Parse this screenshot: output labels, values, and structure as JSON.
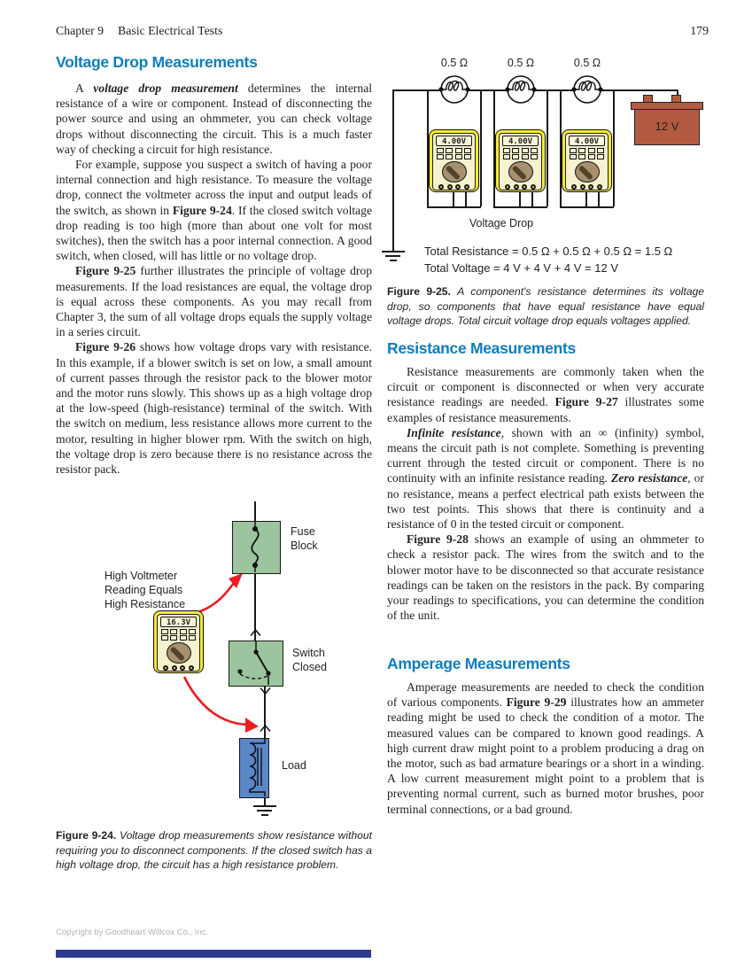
{
  "header": {
    "chapter": "Chapter 9",
    "book_title": "Basic Electrical Tests",
    "page_number": "179"
  },
  "left_column": {
    "heading": "Voltage Drop Measurements",
    "p1": [
      {
        "t": "A ",
        "s": ""
      },
      {
        "t": "voltage drop measurement",
        "s": "bi"
      },
      {
        "t": " determines the internal resistance of a wire or component. Instead of disconnecting the power source and using an ohmmeter, you can check voltage drops without disconnecting the circuit. This is a much faster way of checking a circuit for high resistance.",
        "s": ""
      }
    ],
    "p2": [
      {
        "t": "For example, suppose you suspect a switch of having a poor internal connection and high resistance. To measure the voltage drop, connect the voltmeter across the input and output leads of the switch, as shown in ",
        "s": ""
      },
      {
        "t": "Figure 9-24",
        "s": "b"
      },
      {
        "t": ". If the closed switch voltage drop reading is too high (more than about one volt for most switches), then the switch has a poor internal connection. A good switch, when closed, will has little or no voltage drop.",
        "s": ""
      }
    ],
    "p3": [
      {
        "t": "Figure 9-25",
        "s": "b"
      },
      {
        "t": " further illustrates the principle of voltage drop measurements. If the load resistances are equal, the voltage drop is equal across these components. As you may recall from Chapter 3, the sum of all voltage drops equals the supply voltage in a series circuit.",
        "s": ""
      }
    ],
    "p4": [
      {
        "t": "Figure 9-26",
        "s": "b"
      },
      {
        "t": " shows how voltage drops vary with resistance. In this example, if a blower switch is set on low, a small amount of current passes through the resistor pack to the blower motor and the motor runs slowly. This shows up as a high voltage drop at the low-speed (high-resistance) terminal of the switch. With the switch on medium, less resistance allows more current to the motor, resulting in higher blower rpm. With the switch on high, the voltage drop is zero because there is no resistance across the resistor pack.",
        "s": ""
      }
    ],
    "figure_9_24": {
      "callout_line1": "High Voltmeter",
      "callout_line2": "Reading Equals",
      "callout_line3": "High Resistance",
      "meter_display": "16.3V",
      "fuse_label_line1": "Fuse",
      "fuse_label_line2": "Block",
      "switch_label_line1": "Switch",
      "switch_label_line2": "Closed",
      "load_label": "Load",
      "caption": [
        {
          "t": "Figure 9-24. ",
          "s": "b"
        },
        {
          "t": "Voltage drop measurements show resistance without requiring you to disconnect components. If the closed switch has a high voltage drop, the circuit has a high resistance problem.",
          "s": "i"
        }
      ]
    }
  },
  "right_column": {
    "figure_9_25": {
      "resistor_labels": [
        "0.5 Ω",
        "0.5 Ω",
        "0.5 Ω"
      ],
      "meter_displays": [
        "4.00V",
        "4.00V",
        "4.00V"
      ],
      "battery_label": "12 V",
      "diagram_label": "Voltage Drop",
      "equation_resistance": "Total Resistance = 0.5 Ω + 0.5 Ω + 0.5 Ω = 1.5 Ω",
      "equation_voltage": "Total Voltage = 4 V + 4 V + 4 V = 12 V",
      "caption": [
        {
          "t": "Figure 9-25. ",
          "s": "b"
        },
        {
          "t": "A component's resistance determines its voltage drop, so components that have equal resistance have equal voltage drops. Total circuit voltage drop equals voltages applied.",
          "s": "i"
        }
      ]
    },
    "heading_resistance": "Resistance Measurements",
    "rp1": [
      {
        "t": "Resistance measurements are commonly taken when the circuit or component is disconnected or when very accurate resistance readings are needed. ",
        "s": ""
      },
      {
        "t": "Figure 9-27",
        "s": "b"
      },
      {
        "t": " illustrates some examples of resistance measurements.",
        "s": ""
      }
    ],
    "rp2": [
      {
        "t": "Infinite resistance",
        "s": "bi"
      },
      {
        "t": ", shown with an ∞ (infinity) symbol, means the circuit path is not complete. Something is preventing current through the tested circuit or component. There is no continuity with an infinite resistance reading. ",
        "s": ""
      },
      {
        "t": "Zero resistance",
        "s": "bi"
      },
      {
        "t": ", or no resistance, means a perfect electrical path exists between the two test points. This shows that there is continuity and a resistance of 0 in the tested circuit or component.",
        "s": ""
      }
    ],
    "rp3": [
      {
        "t": "Figure 9-28",
        "s": "b"
      },
      {
        "t": " shows an example of using an ohmmeter to check a resistor pack. The wires from the switch and to the blower motor have to be disconnected so that accurate resistance readings can be taken on the resistors in the pack. By comparing your readings to specifications, you can determine the condition of the unit.",
        "s": ""
      }
    ],
    "heading_amperage": "Amperage Measurements",
    "ap1": [
      {
        "t": "Amperage measurements are needed to check the condition of various components. ",
        "s": ""
      },
      {
        "t": "Figure 9-29",
        "s": "b"
      },
      {
        "t": " illustrates how an ammeter reading might be used to check the condition of a motor. The measured values can be compared to known good readings. A high current draw might point to a problem producing a drag on the motor, such as bad armature bearings or a short in a winding. A low current measurement might point to a problem that is preventing normal current, such as burned motor brushes, poor terminal connections, or a bad ground.",
        "s": ""
      }
    ]
  },
  "footer": {
    "copyright": "Copyright by Goodheart-Willcox Co., Inc."
  },
  "colors": {
    "heading_blue": "#0f7dc2",
    "box_green": "#9cc49e",
    "load_blue": "#5b87c7",
    "meter_yellow": "#f6e83b",
    "battery_red": "#b45a41",
    "arrow_red": "#ed1c24",
    "footer_navy": "#2c3b8f"
  }
}
